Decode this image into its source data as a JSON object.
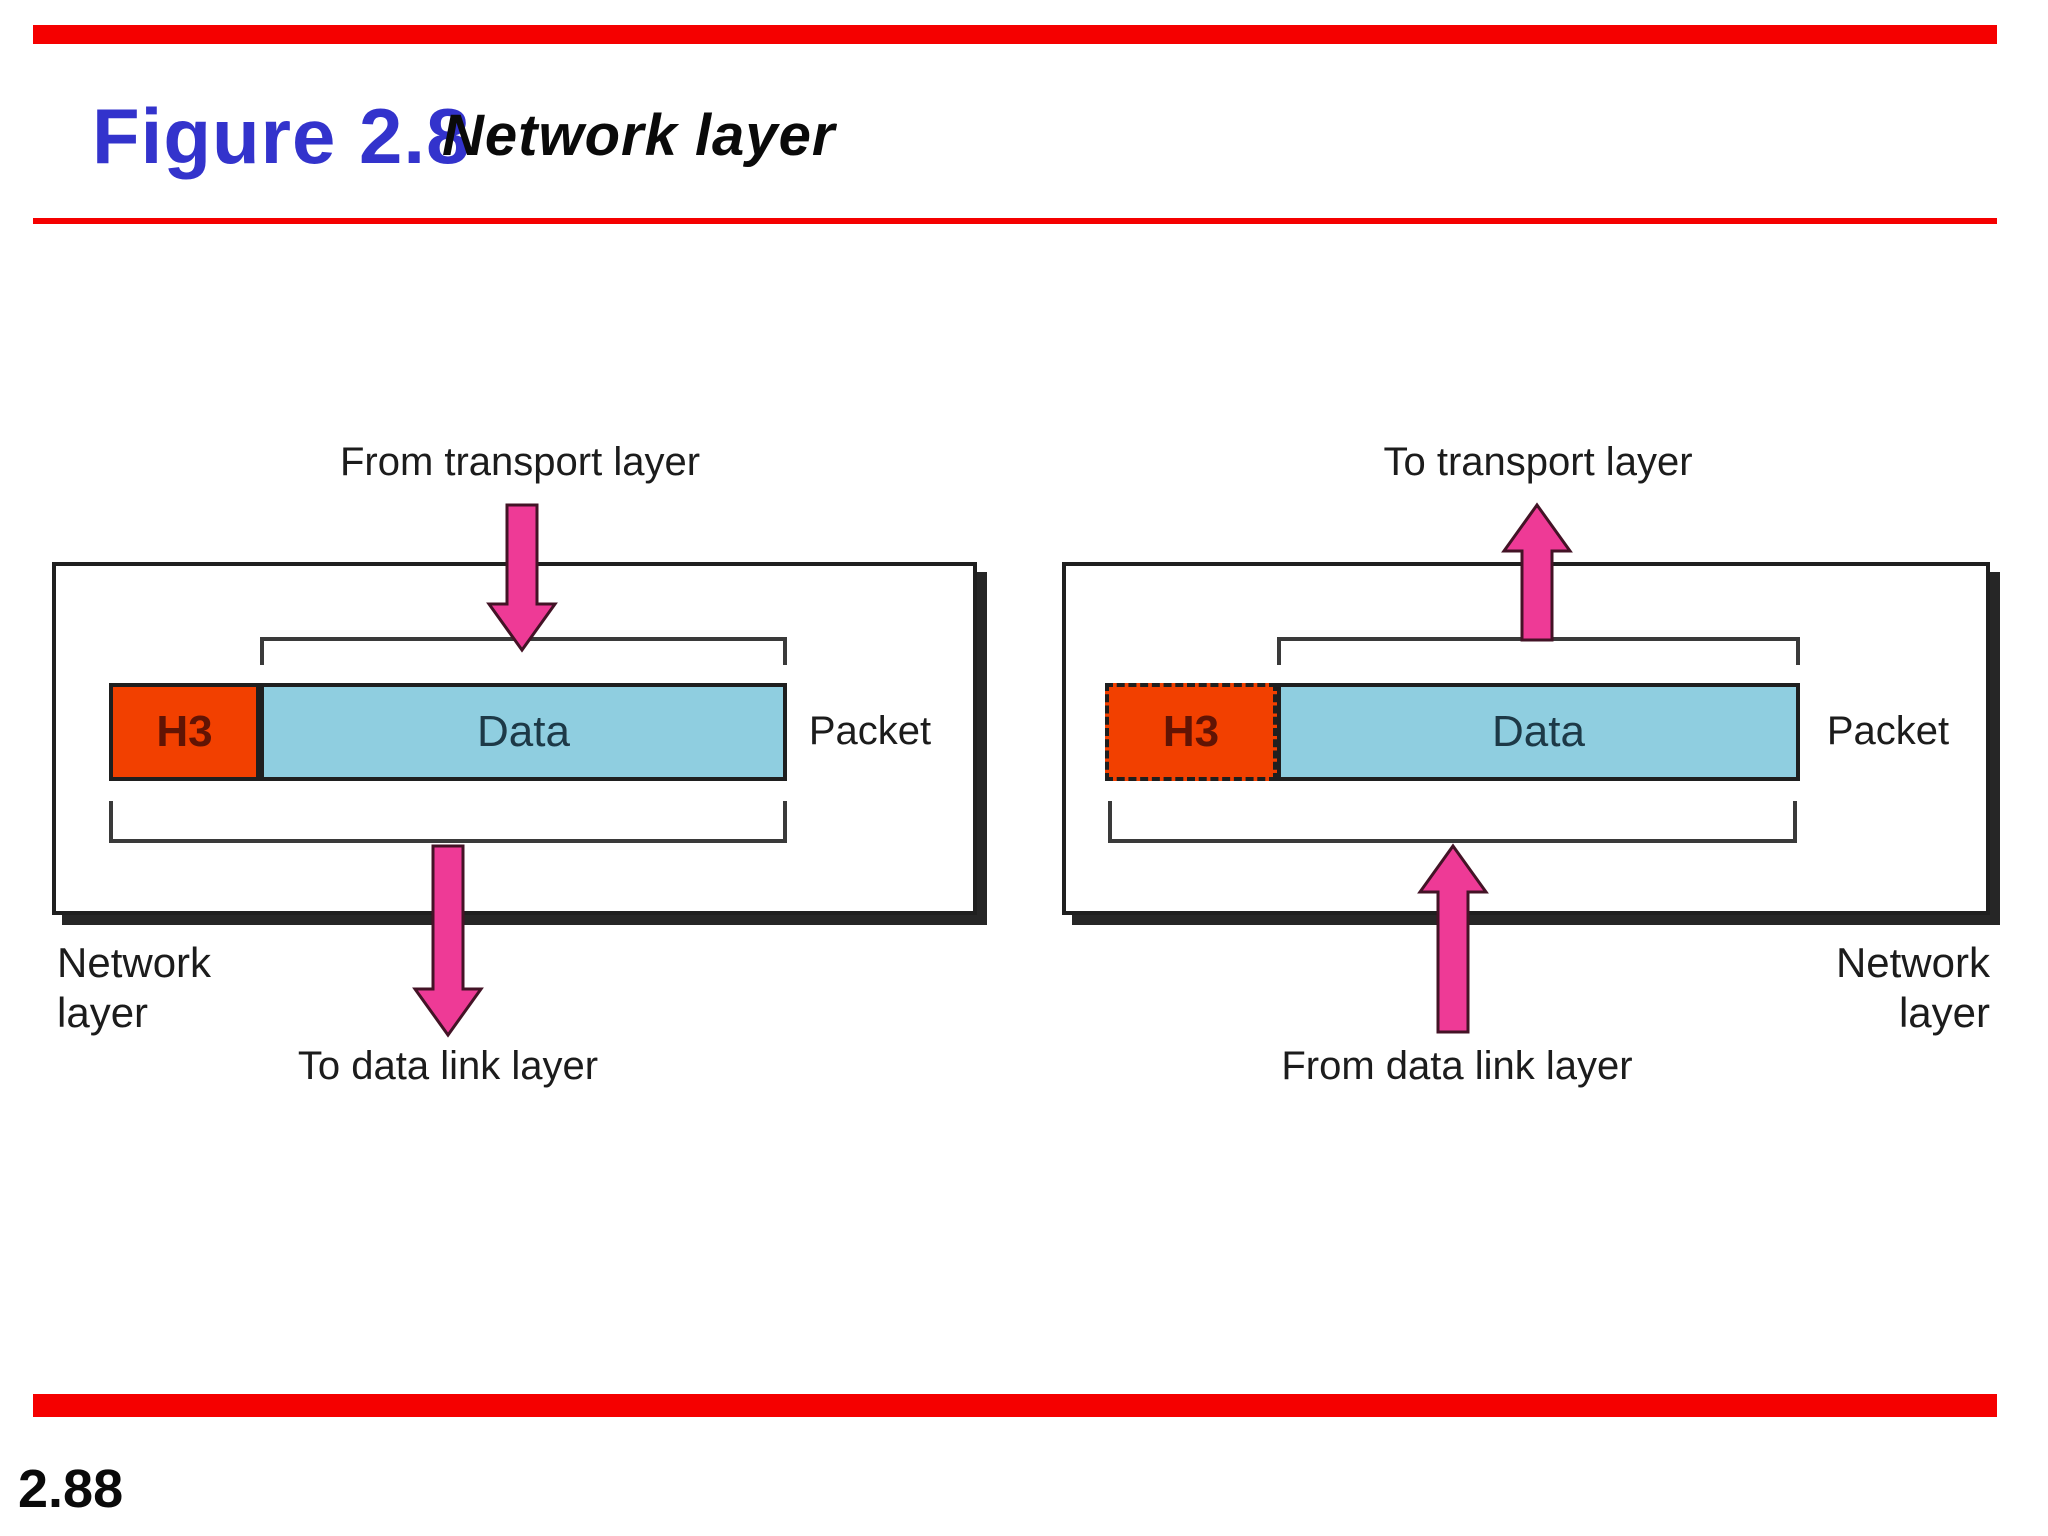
{
  "slide": {
    "figure_label": "Figure 2.8",
    "figure_title": "Network layer",
    "page_number": "2.88"
  },
  "colors": {
    "accent_red": "#f50000",
    "title_blue": "#3333cc",
    "header_orange": "#f24000",
    "data_blue": "#8fcee0",
    "arrow_pink": "#ee3a96",
    "arrow_outline": "#431326",
    "box_border": "#1f1f1f",
    "bracket": "#3a3a3a",
    "shadow": "#262626",
    "text_dark": "#1c1c1c",
    "h3_text": "#611404",
    "data_text": "#1d3947"
  },
  "diagram_left": {
    "top_label": "From transport layer",
    "h3_label": "H3",
    "data_label": "Data",
    "packet_label": "Packet",
    "bottom_label": "To data link layer",
    "layer_label_line1": "Network",
    "layer_label_line2": "layer"
  },
  "diagram_right": {
    "top_label": "To transport layer",
    "h3_label": "H3",
    "data_label": "Data",
    "packet_label": "Packet",
    "bottom_label": "From data link layer",
    "layer_label_line1": "Network",
    "layer_label_line2": "layer"
  }
}
